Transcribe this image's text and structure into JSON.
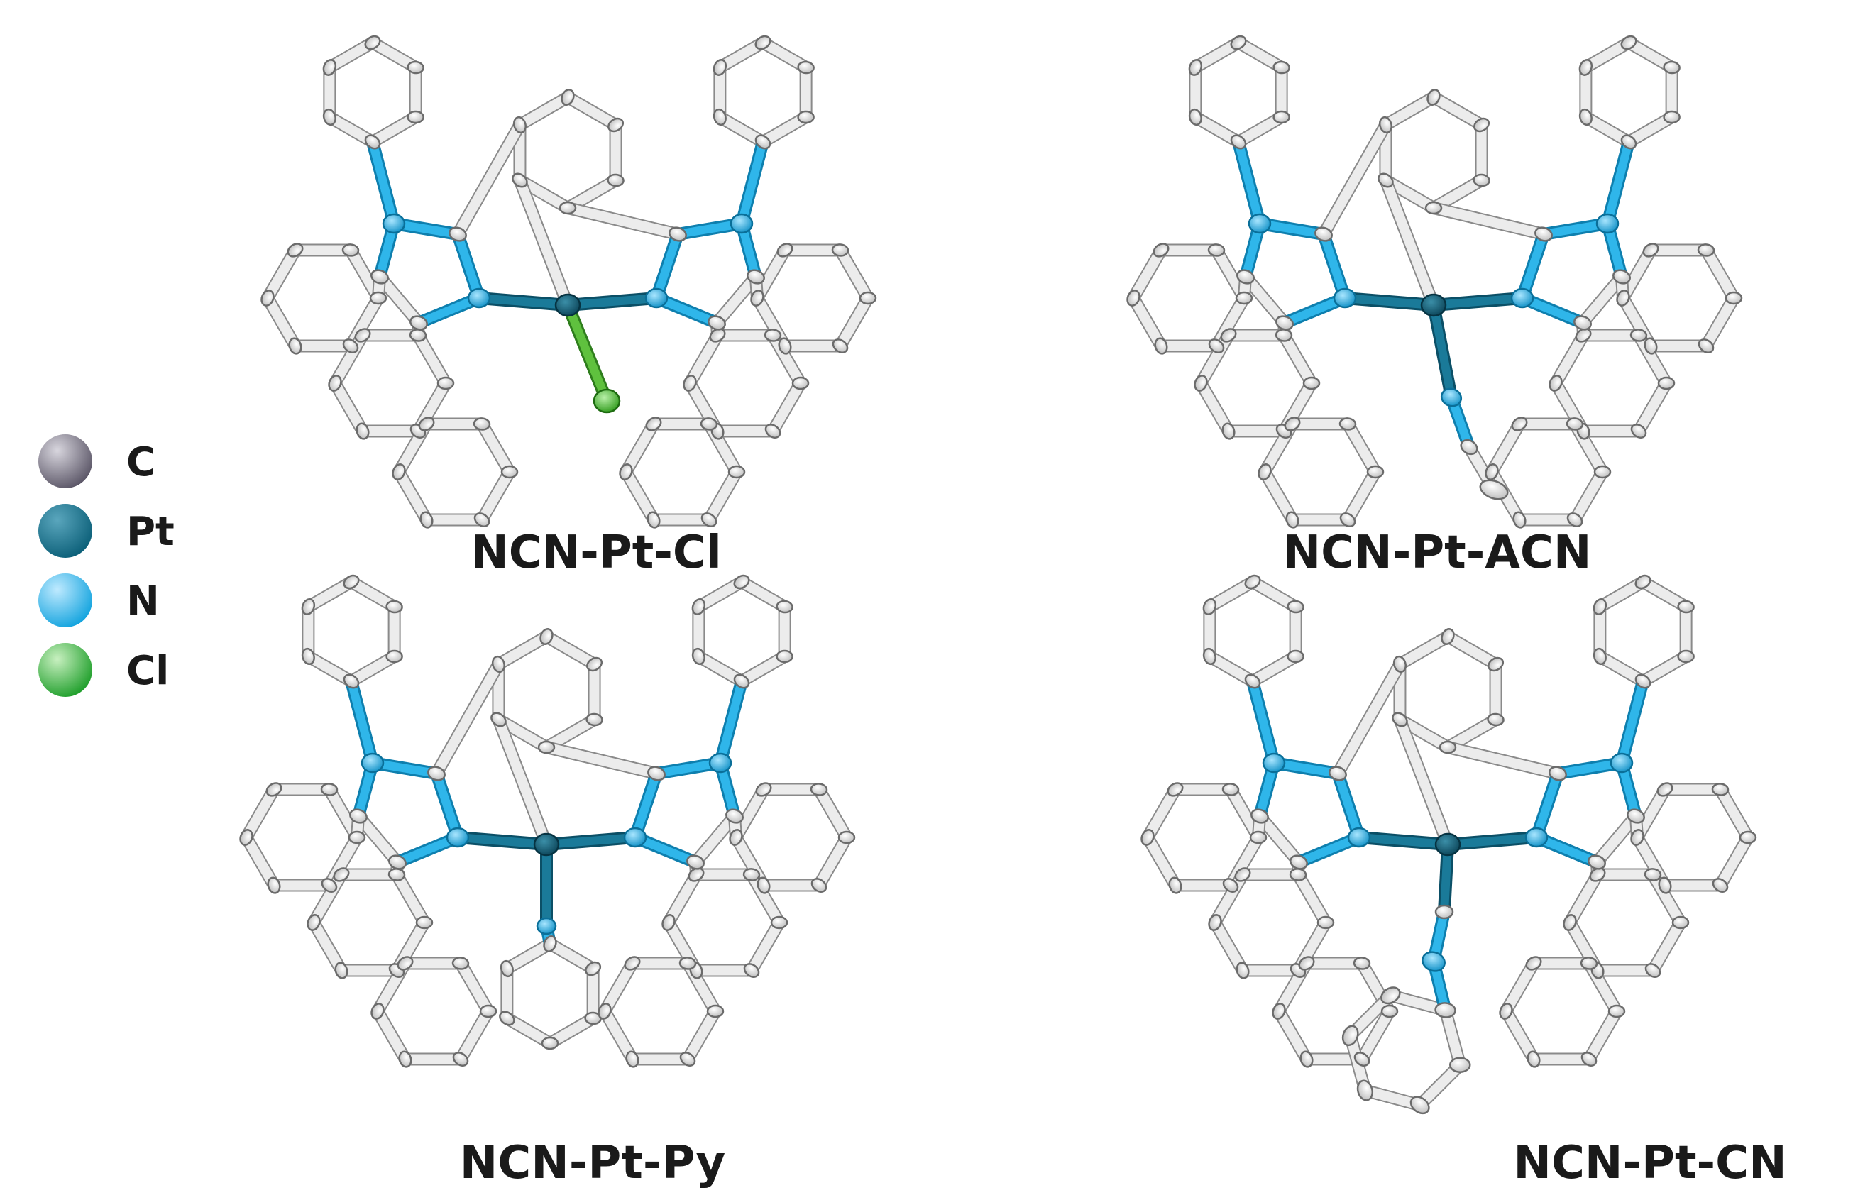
{
  "legend": {
    "items": [
      {
        "label": "C",
        "color": "#5a5566",
        "highlight": "#d8d6de"
      },
      {
        "label": "Pt",
        "color": "#0b5f78",
        "highlight": "#5aa6bd"
      },
      {
        "label": "N",
        "color": "#12a3de",
        "highlight": "#bfeaff"
      },
      {
        "label": "Cl",
        "color": "#1e9e2a",
        "highlight": "#c8f0c0"
      }
    ]
  },
  "panels": [
    {
      "label": "NCN-Pt-Cl",
      "ligand": "Cl"
    },
    {
      "label": "NCN-Pt-ACN",
      "ligand": "ACN"
    },
    {
      "label": "NCN-Pt-Py",
      "ligand": "Py"
    },
    {
      "label": "NCN-Pt-CN",
      "ligand": "CN"
    }
  ]
}
